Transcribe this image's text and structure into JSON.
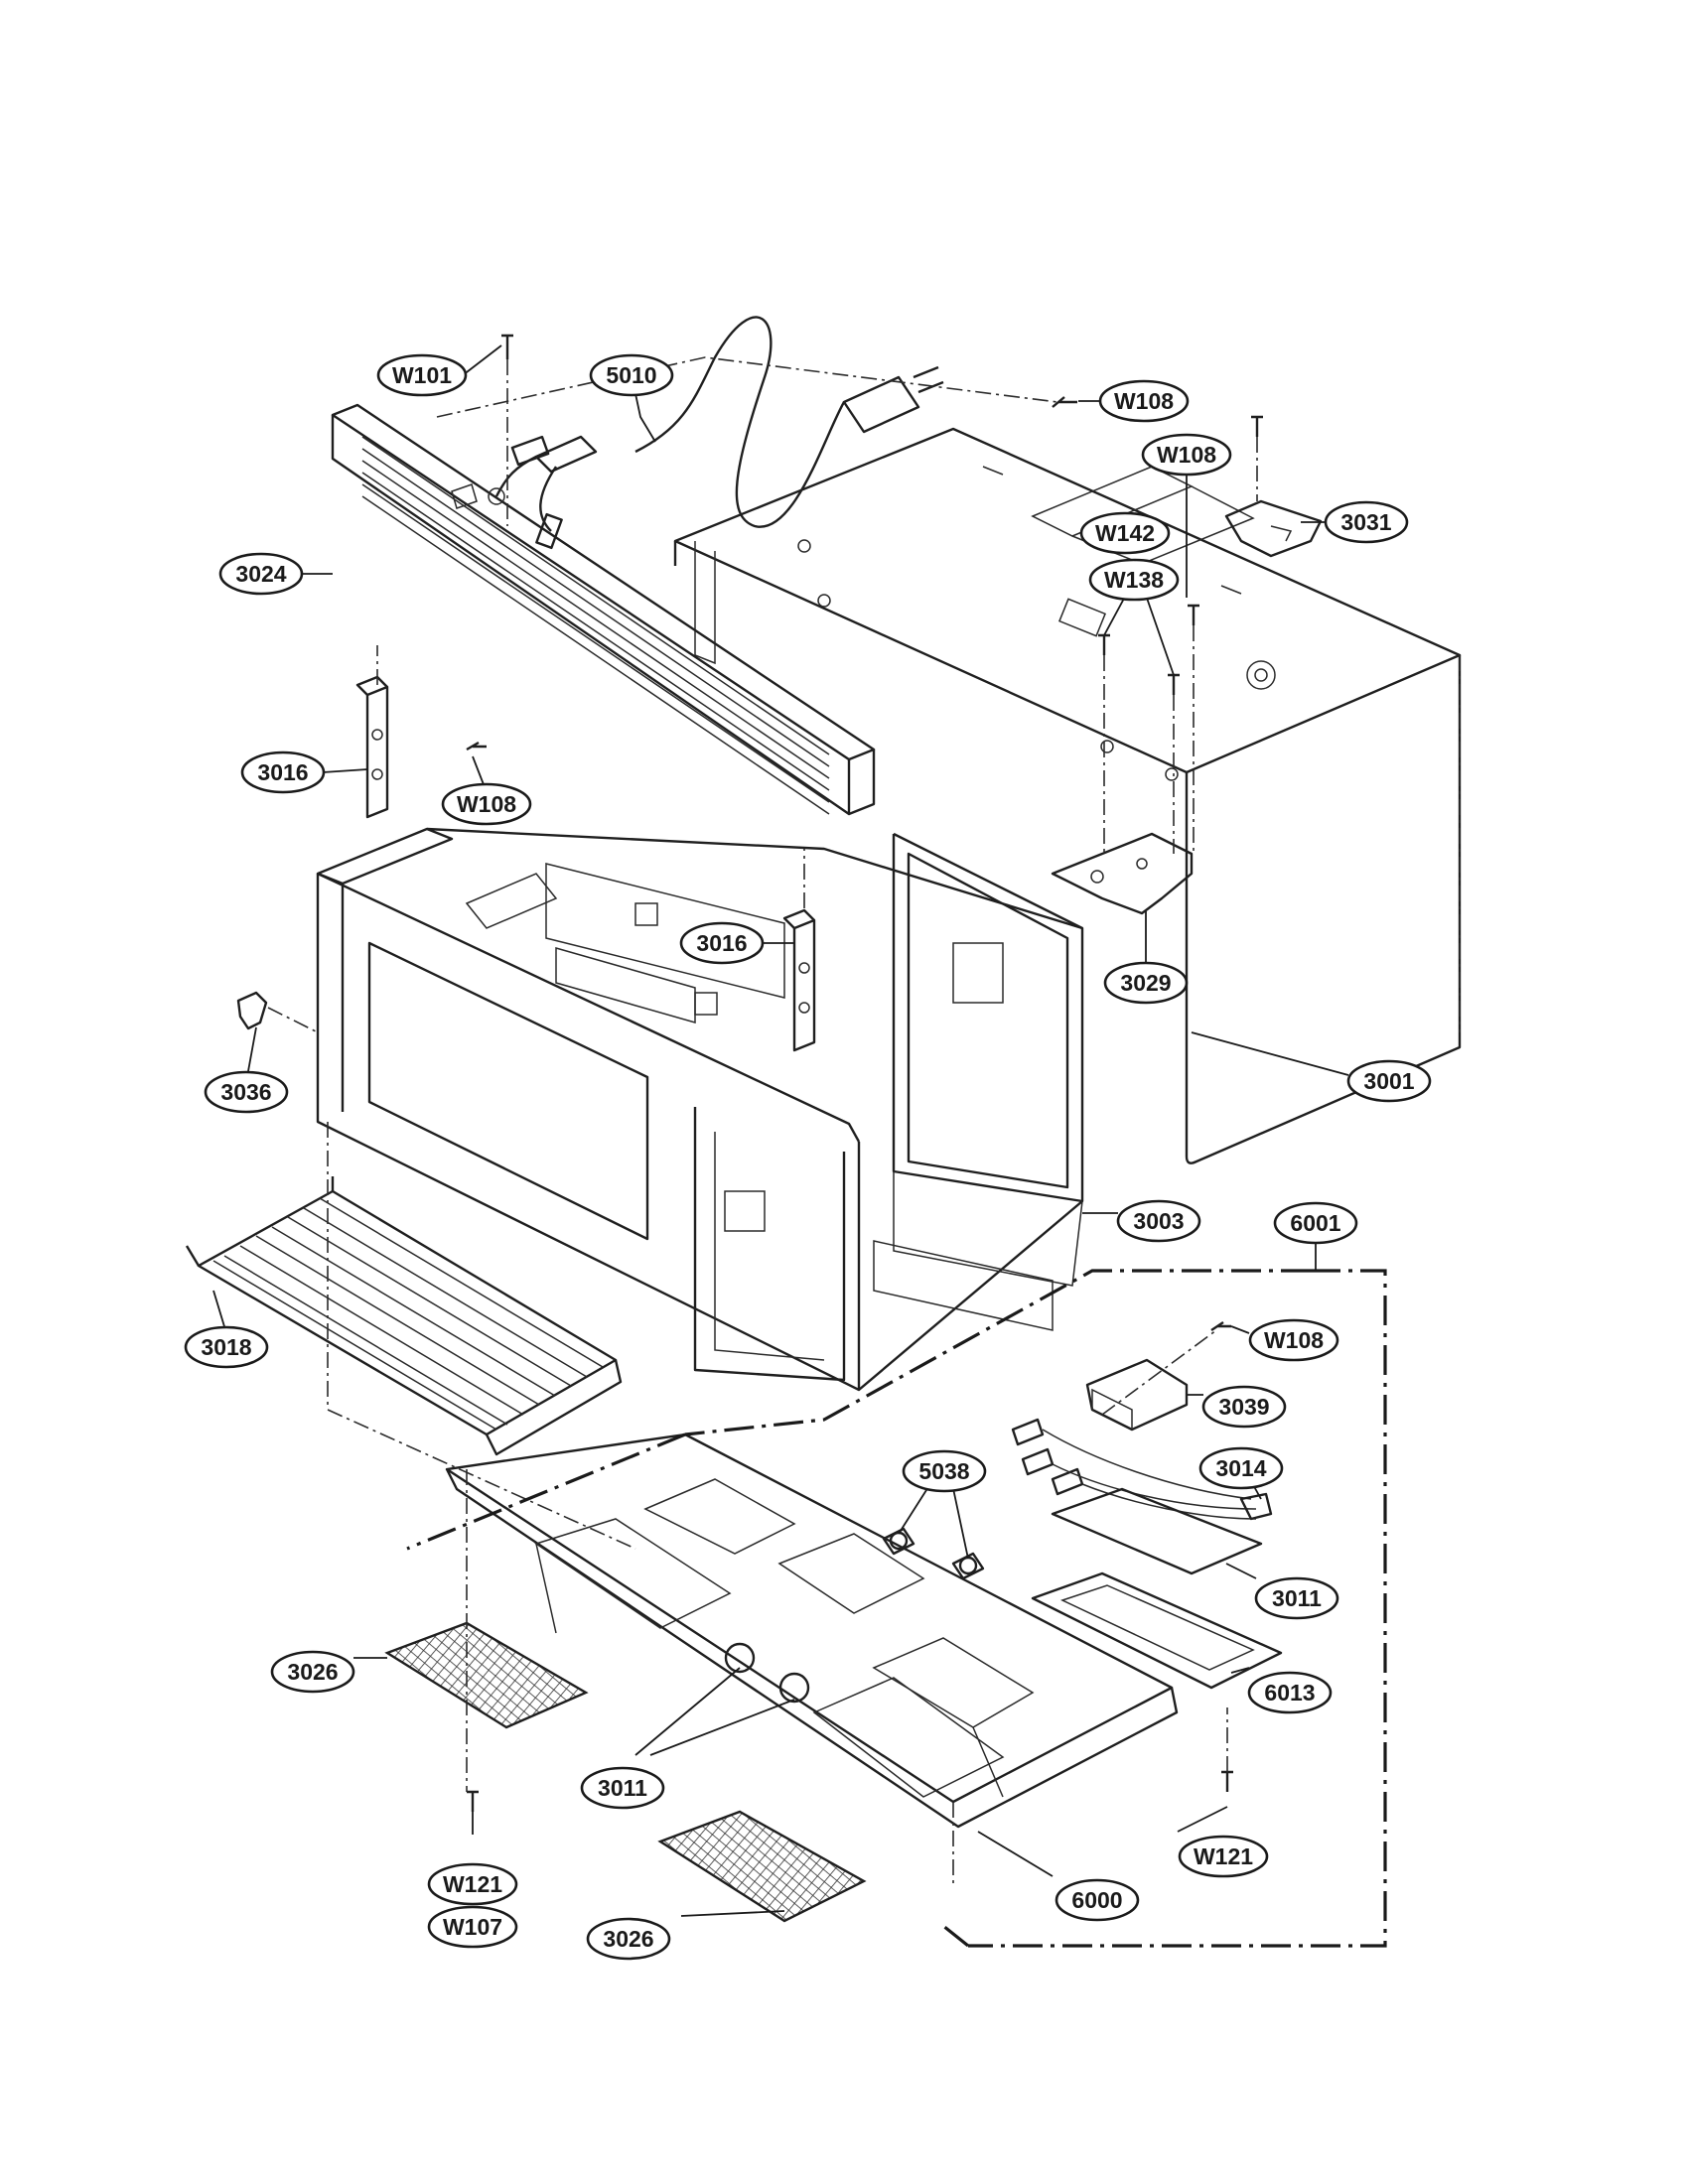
{
  "callouts": [
    {
      "id": "c1",
      "label": "W101"
    },
    {
      "id": "c2",
      "label": "5010"
    },
    {
      "id": "c3",
      "label": "W108"
    },
    {
      "id": "c4",
      "label": "W108"
    },
    {
      "id": "c5",
      "label": "3031"
    },
    {
      "id": "c6",
      "label": "W142"
    },
    {
      "id": "c7",
      "label": "W138"
    },
    {
      "id": "c8",
      "label": "3024"
    },
    {
      "id": "c9",
      "label": "3016"
    },
    {
      "id": "c10",
      "label": "W108"
    },
    {
      "id": "c11",
      "label": "3016"
    },
    {
      "id": "c12",
      "label": "3029"
    },
    {
      "id": "c13",
      "label": "3036"
    },
    {
      "id": "c14",
      "label": "3001"
    },
    {
      "id": "c15",
      "label": "3003"
    },
    {
      "id": "c16",
      "label": "6001"
    },
    {
      "id": "c17",
      "label": "3018"
    },
    {
      "id": "c18",
      "label": "W108"
    },
    {
      "id": "c19",
      "label": "3039"
    },
    {
      "id": "c20",
      "label": "5038"
    },
    {
      "id": "c21",
      "label": "3014"
    },
    {
      "id": "c22",
      "label": "3011"
    },
    {
      "id": "c23",
      "label": "3026"
    },
    {
      "id": "c24",
      "label": "6013"
    },
    {
      "id": "c25",
      "label": "3011"
    },
    {
      "id": "c26",
      "label": "W121"
    },
    {
      "id": "c27",
      "label": "W121"
    },
    {
      "id": "c28",
      "label": "W107"
    },
    {
      "id": "c29",
      "label": "6000"
    },
    {
      "id": "c30",
      "label": "3026"
    }
  ]
}
